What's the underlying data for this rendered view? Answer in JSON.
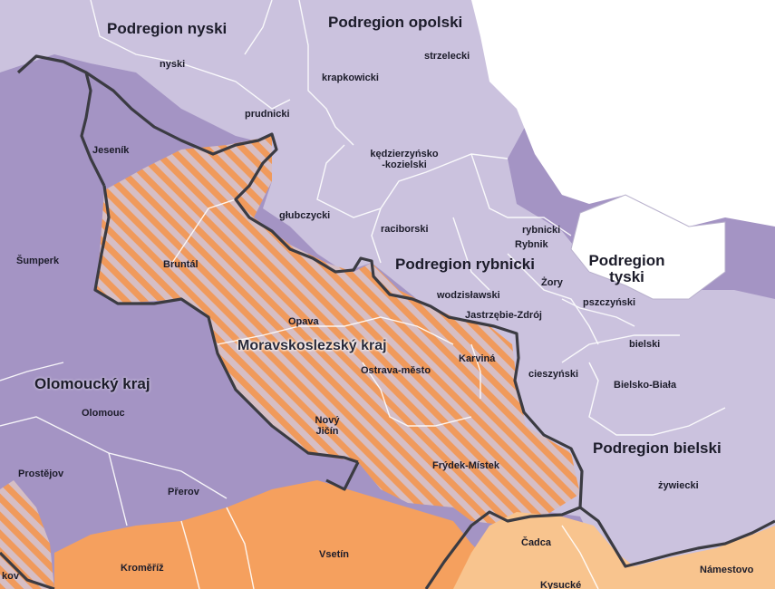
{
  "colors": {
    "olomoucky": "#a494c4",
    "polish": "#cbc2de",
    "polish_dark": "#c0b6d8",
    "moravskoslezsky_base": "#ceb4bc",
    "hatch": "#f09a5c",
    "zlinsky": "#f5a05e",
    "slovakia": "#f8c48e",
    "tyski": "#ffffff",
    "border": "#3b3b42",
    "inner_border": "#ffffff"
  },
  "labels": {
    "podregion_nyski": "Podregion nyski",
    "podregion_opolski": "Podregion opolski",
    "nyski": "nyski",
    "krapkowicki": "krapkowicki",
    "strzelecki": "strzelecki",
    "prudnicki": "prudnicki",
    "jesenik": "Jeseník",
    "kedzierzynsko_1": "kędzierzyńsko",
    "kedzierzynsko_2": "-kozielski",
    "glubczycki": "głubczycki",
    "raciborski": "raciborski",
    "rybnicki": "rybnicki",
    "rybnik": "Rybnik",
    "sumperk": "Šumperk",
    "bruntal": "Bruntál",
    "podregion_rybnicki": "Podregion rybnicki",
    "podregion_tyski_1": "Podregion",
    "podregion_tyski_2": "tyski",
    "zory": "Żory",
    "wodzislawski": "wodzisławski",
    "pszczynski": "pszczyński",
    "jastrzebie": "Jastrzębie-Zdrój",
    "opava": "Opava",
    "moravskoslezsky": "Moravskoslezský kraj",
    "bielski": "bielski",
    "karvina": "Karviná",
    "ostrava": "Ostrava-město",
    "olomoucky_kraj": "Olomoucký kraj",
    "cieszynski": "cieszyński",
    "bielsko_biala": "Bielsko-Biała",
    "olomouc": "Olomouc",
    "novy_jicin_1": "Nový",
    "novy_jicin_2": "Jičín",
    "podregion_bielski": "Podregion bielski",
    "prostejov": "Prostějov",
    "frydek": "Frýdek-Místek",
    "zywiecki": "żywiecki",
    "prerov": "Přerov",
    "cadca": "Čadca",
    "vsetin": "Vsetín",
    "kromeriz": "Kroměříž",
    "namestovo": "Námestovo",
    "kysucke": "Kysucké",
    "kov": "kov"
  }
}
